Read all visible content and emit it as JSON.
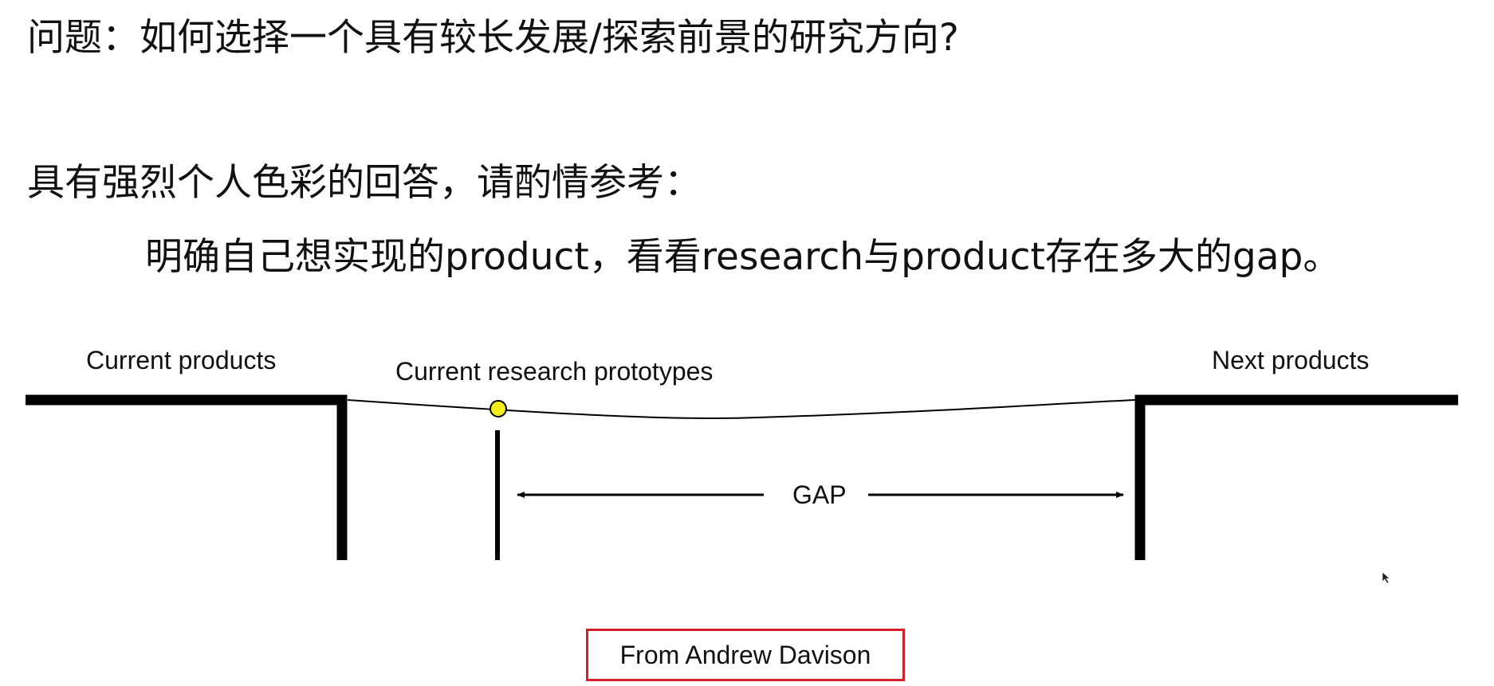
{
  "question": "问题：如何选择一个具有较长发展/探索前景的研究方向?",
  "answer_intro": "具有强烈个人色彩的回答，请酌情参考：",
  "answer": "明确自己想实现的product，看看research与product存在多大的gap。",
  "diagram": {
    "current_products": "Current products",
    "current_research": "Current research prototypes",
    "next_products": "Next products",
    "gap": "GAP",
    "colors": {
      "line": "#000000",
      "marker": "#f5ed1a"
    }
  },
  "source": "From Andrew Davison"
}
